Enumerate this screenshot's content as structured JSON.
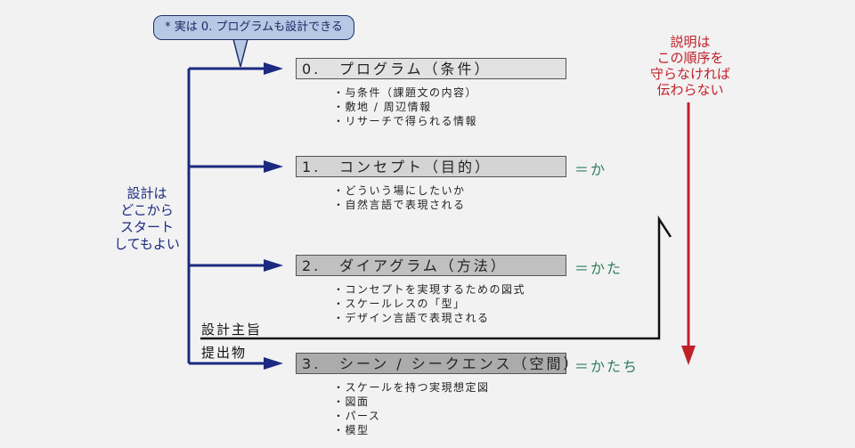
{
  "bubble": "* 実は 0. プログラムも設計できる",
  "left_note": [
    "設計は",
    "どこから",
    "スタート",
    "してもよい"
  ],
  "right_note": [
    "説明は",
    "この順序を",
    "守らなければ",
    "伝わらない"
  ],
  "labels": {
    "concept_line": "設計主旨",
    "deliverables": "提出物"
  },
  "steps": [
    {
      "num": "0.",
      "title": "プログラム（条件）",
      "eq": "",
      "fill": "#e2e2e2",
      "bullets": [
        "・与条件（課題文の内容）",
        "・敷地 / 周辺情報",
        "・リサーチで得られる情報"
      ]
    },
    {
      "num": "1.",
      "title": "コンセプト（目的）",
      "eq": "＝か",
      "fill": "#d4d4d4",
      "bullets": [
        "・どういう場にしたいか",
        "・自然言語で表現される"
      ]
    },
    {
      "num": "2.",
      "title": "ダイアグラム（方法）",
      "eq": "＝かた",
      "fill": "#c0c0c0",
      "bullets": [
        "・コンセプトを実現するための図式",
        "・スケールレスの「型」",
        "・デザイン言語で表現される"
      ]
    },
    {
      "num": "3.",
      "title": "シーン / シークエンス（空間）",
      "eq": "＝かたち",
      "fill": "#ababab",
      "bullets": [
        "・スケールを持つ実現想定図",
        "・図面",
        "・パース",
        "・模型"
      ]
    }
  ],
  "colors": {
    "flow": "#1b2a80",
    "accent_green": "#2e7d5b",
    "accent_red": "#c0202a"
  }
}
